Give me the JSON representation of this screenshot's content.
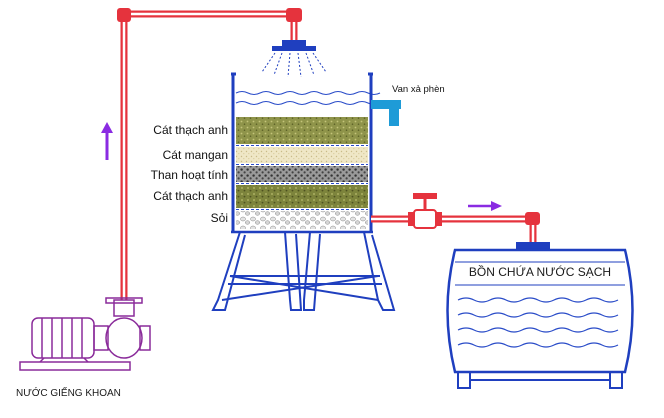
{
  "diagram": {
    "layers": [
      {
        "label": "Cát thạch anh",
        "material": "quartz-sand"
      },
      {
        "label": "Cát mangan",
        "material": "manganese-sand"
      },
      {
        "label": "Than hoạt tính",
        "material": "activated-carbon"
      },
      {
        "label": "Cát thạch anh",
        "material": "quartz-sand"
      },
      {
        "label": "Sỏi",
        "material": "gravel"
      }
    ],
    "valve_label": "Van xả phèn",
    "tank_label": "BỒN CHỨA NƯỚC SẠCH",
    "pump_label": "NƯỚC GIẾNG KHOAN",
    "colors": {
      "pipe": "#e5333d",
      "tank_outline": "#1f3fbf",
      "water": "#2a4cc8",
      "valve": "#1e9bd7",
      "flow_arrow": "#8a2be2",
      "quartz": "#8f944a",
      "manganese": "#efe7c6",
      "carbon": "#555555",
      "gravel": "#cfcfcf"
    }
  }
}
